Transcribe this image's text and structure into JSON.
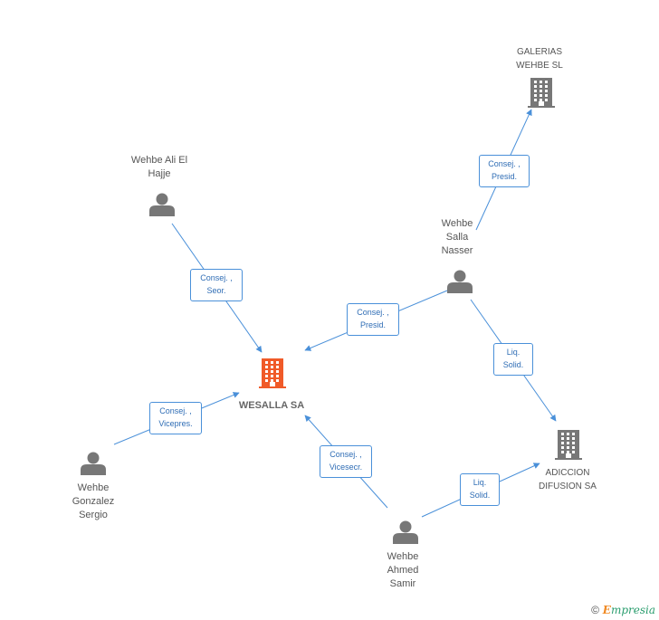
{
  "nodes": {
    "wesalla": {
      "label": "WESALLA SA",
      "type": "company",
      "color": "#f05a28"
    },
    "galerias": {
      "label": "GALERIAS\nWEHBE SL",
      "type": "company",
      "color": "#777777"
    },
    "adiccion": {
      "label": "ADICCION\nDIFUSION SA",
      "type": "company",
      "color": "#777777"
    },
    "ali": {
      "label": "Wehbe Ali El\nHajje",
      "type": "person",
      "color": "#777777"
    },
    "salla": {
      "label": "Wehbe\nSalla\nNasser",
      "type": "person",
      "color": "#777777"
    },
    "gonzalez": {
      "label": "Wehbe\nGonzalez\nSergio",
      "type": "person",
      "color": "#777777"
    },
    "ahmed": {
      "label": "Wehbe\nAhmed\nSamir",
      "type": "person",
      "color": "#777777"
    }
  },
  "edges": [
    {
      "from": "ali",
      "to": "wesalla",
      "label": "Consej. ,\nSeor."
    },
    {
      "from": "salla",
      "to": "wesalla",
      "label": "Consej. ,\nPresid."
    },
    {
      "from": "salla",
      "to": "galerias",
      "label": "Consej. ,\nPresid."
    },
    {
      "from": "salla",
      "to": "adiccion",
      "label": "Liq.\nSolid."
    },
    {
      "from": "gonzalez",
      "to": "wesalla",
      "label": "Consej. ,\nVicepres."
    },
    {
      "from": "ahmed",
      "to": "wesalla",
      "label": "Consej. ,\nVicesecr."
    },
    {
      "from": "ahmed",
      "to": "adiccion",
      "label": "Liq.\nSolid."
    }
  ],
  "edge_color": "#4a90d9",
  "copyright": {
    "symbol": "©",
    "brand_initial": "E",
    "brand_rest": "mpresia"
  }
}
